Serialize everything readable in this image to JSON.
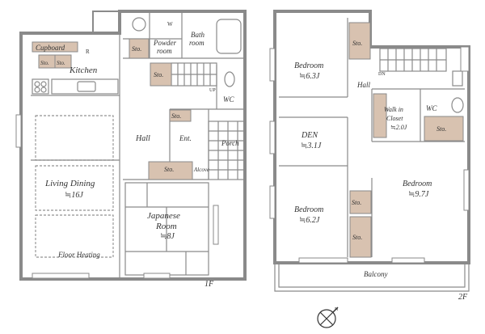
{
  "floors": {
    "first": "1F",
    "second": "2F"
  },
  "rooms_1f": {
    "cupboard": "Cupboard",
    "fridge": "R",
    "sto_a": "Sto.",
    "sto_b": "Sto.",
    "kitchen": "Kitchen",
    "w": "W",
    "powder": "Powder",
    "powder2": "room",
    "sto_powder": "Sto.",
    "bath": "Bath",
    "bath2": "room",
    "sto_stair": "Sto.",
    "up": "UP",
    "wc": "WC",
    "sto_ent": "Sto.",
    "hall": "Hall",
    "ent": "Ent.",
    "porch": "Porch",
    "sto_alcove": "Sto.",
    "alcove": "Alcove",
    "living": "Living Dining",
    "living_size": "≒16J",
    "japanese": "Japanese",
    "japanese2": "Room",
    "japanese_size": "≒8J",
    "floor_heating": "Floor Heating"
  },
  "rooms_2f": {
    "bedroom1": "Bedroom",
    "bedroom1_size": "≒6.3J",
    "sto_b1": "Sto.",
    "dn": "DN",
    "hall": "Hall",
    "walkin1": "Walk in",
    "walkin2": "Closet",
    "walkin_size": "≒2.0J",
    "wc": "WC",
    "sto_wc": "Sto.",
    "den": "DEN",
    "den_size": "≒3.1J",
    "bedroom2": "Bedroom",
    "bedroom2_size": "≒9.7J",
    "bedroom3": "Bedroom",
    "bedroom3_size": "≒6.2J",
    "sto_c1": "Sto.",
    "sto_c2": "Sto.",
    "balcony": "Balcony"
  },
  "compass": "N"
}
